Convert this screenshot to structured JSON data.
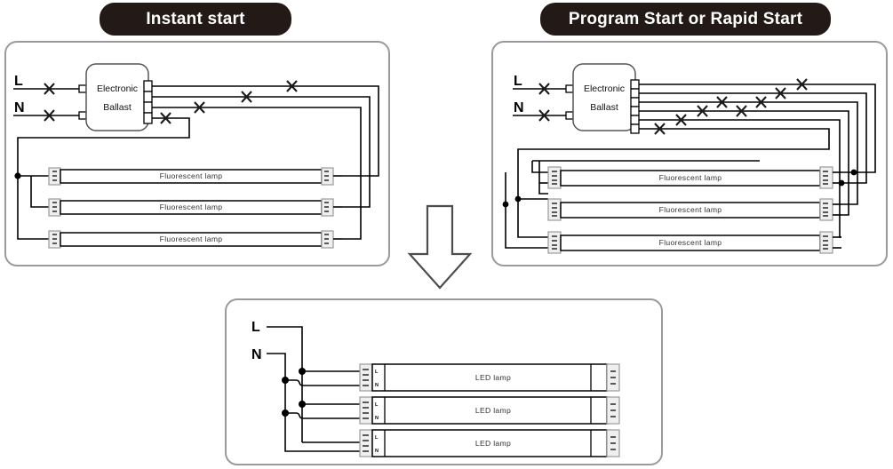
{
  "diagram": {
    "kind": "fluorescent-to-led-retrofit-wiring",
    "conversion_arrow": "down-arrow"
  },
  "panels": {
    "instant": {
      "title": "Instant start",
      "ballast": {
        "line1": "Electronic",
        "line2": "Ballast",
        "input_terminals": 2,
        "output_terminals": 4
      },
      "inputs": [
        {
          "name": "line",
          "label": "L",
          "cut": true
        },
        {
          "name": "neutral",
          "label": "N",
          "cut": true
        }
      ],
      "lamps": [
        {
          "label": "Fluorescent  lamp"
        },
        {
          "label": "Fluorescent  lamp"
        },
        {
          "label": "Fluorescent  lamp"
        }
      ],
      "cut_marks": 6
    },
    "program": {
      "title": "Program Start or Rapid Start",
      "ballast": {
        "line1": "Electronic",
        "line2": "Ballast",
        "input_terminals": 2,
        "output_terminals": 6
      },
      "inputs": [
        {
          "name": "line",
          "label": "L",
          "cut": true
        },
        {
          "name": "neutral",
          "label": "N",
          "cut": true
        }
      ],
      "lamps": [
        {
          "label": "Fluorescent  lamp"
        },
        {
          "label": "Fluorescent  lamp"
        },
        {
          "label": "Fluorescent  lamp"
        }
      ],
      "cut_marks": 10
    },
    "led": {
      "inputs": [
        {
          "name": "line",
          "label": "L"
        },
        {
          "name": "neutral",
          "label": "N"
        }
      ],
      "lamps": [
        {
          "label": "LED  lamp",
          "pin_line": "L",
          "pin_neutral": "N"
        },
        {
          "label": "LED  lamp",
          "pin_line": "L",
          "pin_neutral": "N"
        },
        {
          "label": "LED  lamp",
          "pin_line": "L",
          "pin_neutral": "N"
        }
      ]
    }
  },
  "colors": {
    "title_pill_bg": "#231a17",
    "title_pill_text": "#ffffff",
    "panel_border": "#9a9a9a",
    "wire": "#000000",
    "lamp_body": "#ffffff",
    "end_cap": "#efefef",
    "arrow_stroke": "#4d4d4d",
    "background": "#ffffff"
  }
}
